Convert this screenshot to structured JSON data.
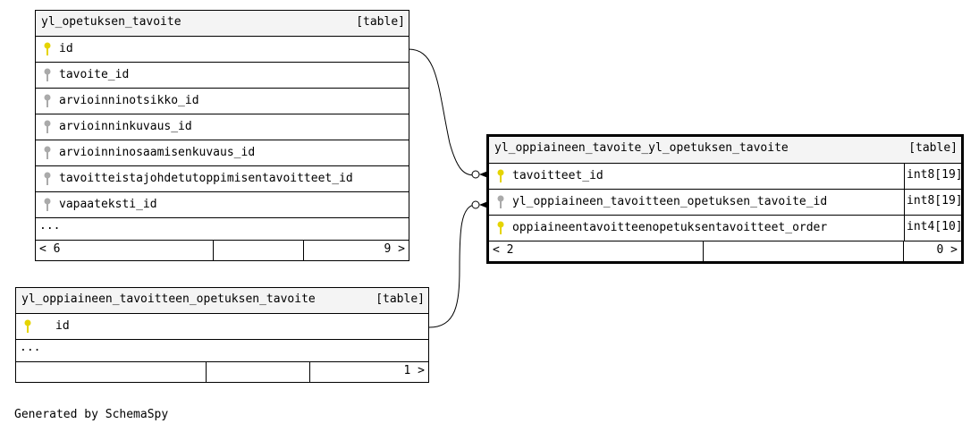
{
  "colors": {
    "key_primary": "#e5d400",
    "key_foreign": "#aaaaaa",
    "header_bg": "#f4f4f4"
  },
  "tables": {
    "t1": {
      "name": "yl_opetuksen_tavoite",
      "kind": "[table]",
      "columns": [
        {
          "name": "id",
          "key": "primary"
        },
        {
          "name": "tavoite_id",
          "key": "foreign"
        },
        {
          "name": "arvioinninotsikko_id",
          "key": "foreign"
        },
        {
          "name": "arvioinninkuvaus_id",
          "key": "foreign"
        },
        {
          "name": "arvioinninosaamisenkuvaus_id",
          "key": "foreign"
        },
        {
          "name": "tavoitteistajohdetutoppimisentavoitteet_id",
          "key": "foreign"
        },
        {
          "name": "vapaateksti_id",
          "key": "foreign"
        }
      ],
      "more": "...",
      "footer": {
        "left": "< 6",
        "right": "9 >"
      }
    },
    "t2": {
      "name": "yl_oppiaineen_tavoitteen_opetuksen_tavoite",
      "kind": "[table]",
      "columns": [
        {
          "name": "id",
          "key": "primary"
        }
      ],
      "more": "...",
      "footer": {
        "left": "",
        "right": "1 >"
      }
    },
    "t3": {
      "name": "yl_oppiaineen_tavoite_yl_opetuksen_tavoite",
      "kind": "[table]",
      "columns": [
        {
          "name": "tavoitteet_id",
          "type": "int8[19]",
          "key": "primary"
        },
        {
          "name": "yl_oppiaineen_tavoitteen_opetuksen_tavoite_id",
          "type": "int8[19]",
          "key": "foreign"
        },
        {
          "name": "oppiaineentavoitteenopetuksentavoitteet_order",
          "type": "int4[10]",
          "key": "primary"
        }
      ],
      "footer": {
        "left": "< 2",
        "right": "0 >"
      }
    }
  },
  "generated_by": "Generated by SchemaSpy"
}
